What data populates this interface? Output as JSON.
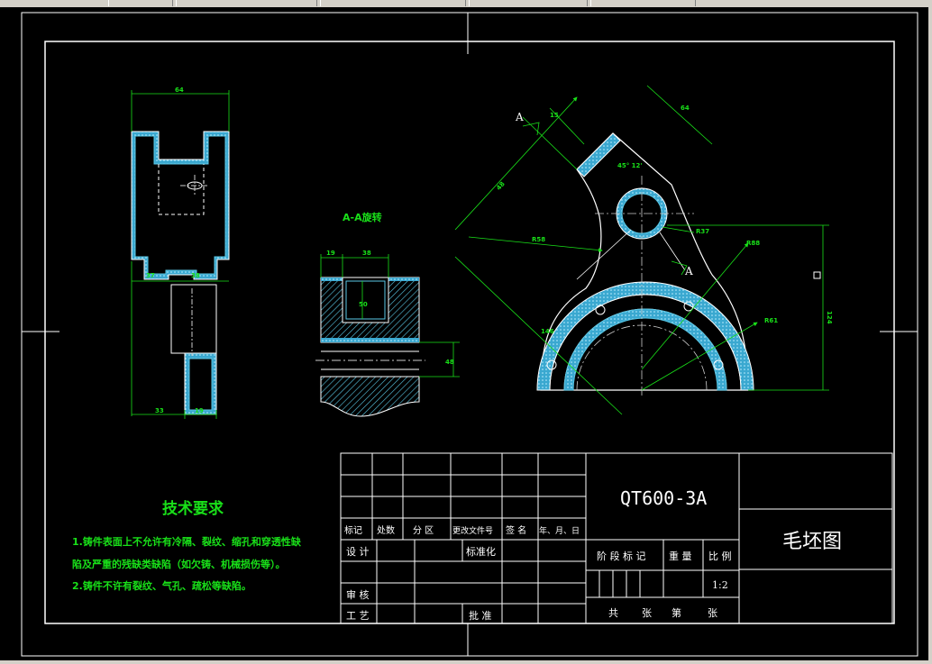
{
  "title_block": {
    "material": "QT600-3A",
    "drawing_name": "毛坯图",
    "scale_value": "1:2",
    "headers": [
      "标记",
      "处数",
      "分 区",
      "更改文件号",
      "签 名",
      "年、月、日"
    ],
    "row_design": "设 计",
    "row_standard": "标准化",
    "stage_mark": "阶 段 标 记",
    "weight": "重 量",
    "scale": "比 例",
    "review": "审 核",
    "process": "工 艺",
    "approve": "批 准",
    "sheets": [
      "共",
      "张",
      "第",
      "张"
    ]
  },
  "tech_requirements": {
    "title": "技术要求",
    "lines": [
      "1.铸件表面上不允许有冷隔、裂纹、缩孔和穿透性缺",
      "陷及严重的残缺类缺陷（如欠铸、机械损伤等）。",
      "2.铸件不许有裂纹、气孔、疏松等缺陷。"
    ]
  },
  "section": {
    "label": "A-A旋转",
    "mark_a1": "A",
    "mark_a2": "A"
  },
  "colors": {
    "outline": "#ffffff",
    "dimension": "#19e019",
    "hatch": "#5ac8e6",
    "center": "#c8c8c8",
    "ui_gray": "#d4d0c8"
  }
}
